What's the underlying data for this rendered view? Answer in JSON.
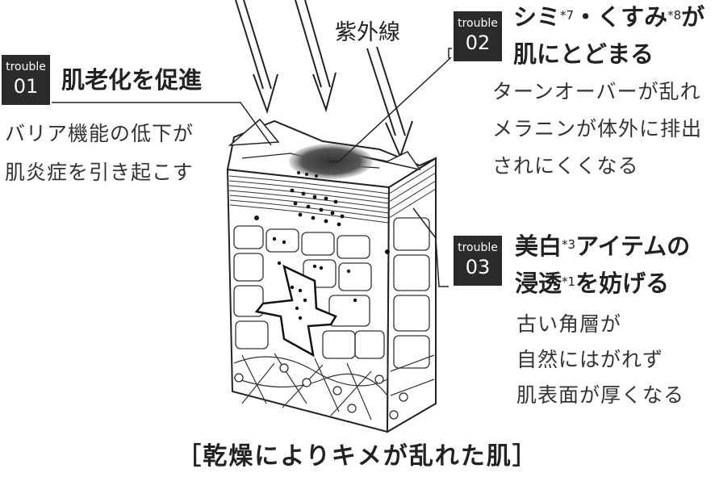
{
  "uv_label": "紫外線",
  "troubles": [
    {
      "tag": "trouble",
      "number": "01",
      "title": "肌老化を促進",
      "lines": [
        "バリア機能の低下が",
        "肌炎症を引き起こす"
      ]
    },
    {
      "tag": "trouble",
      "number": "02",
      "title_line1": {
        "a": "シミ",
        "n1": "*7",
        "b": "・くすみ",
        "n2": "*8",
        "c": "が"
      },
      "title_line2": "肌にとどまる",
      "lines": [
        "ターンオーバーが乱れ",
        "メラニンが体外に排出",
        "されにくくなる"
      ]
    },
    {
      "tag": "trouble",
      "number": "03",
      "title_line1": {
        "a": "美白",
        "n1": "*3",
        "b": "アイテムの"
      },
      "title_line2": {
        "a": "浸透",
        "n1": "*1",
        "b": "を妨げる"
      },
      "lines": [
        "古い角層が",
        "自然にはがれず",
        "肌表面が厚くなる"
      ]
    }
  ],
  "caption": "［乾燥によりキメが乱れた肌］"
}
